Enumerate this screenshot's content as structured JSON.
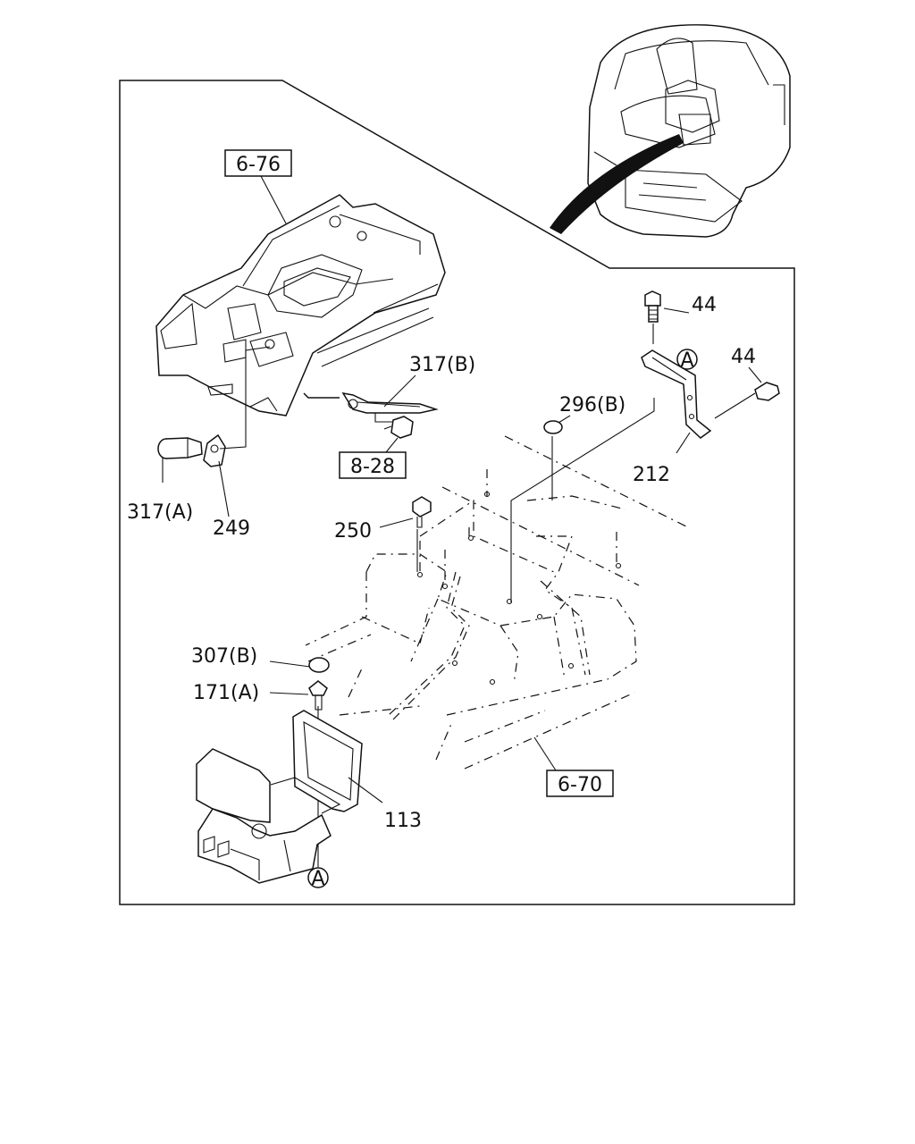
{
  "labels": {
    "ref_6_76": "6-76",
    "ref_8_28": "8-28",
    "ref_6_70": "6-70",
    "p317B": "317(B)",
    "p317A": "317(A)",
    "p249": "249",
    "p44_top": "44",
    "p44_right": "44",
    "marker_a": "A",
    "marker_a_bottom": "A",
    "p296B": "296(B)",
    "p212": "212",
    "p250": "250",
    "p307B": "307(B)",
    "p171A": "171(A)",
    "p113": "113"
  }
}
